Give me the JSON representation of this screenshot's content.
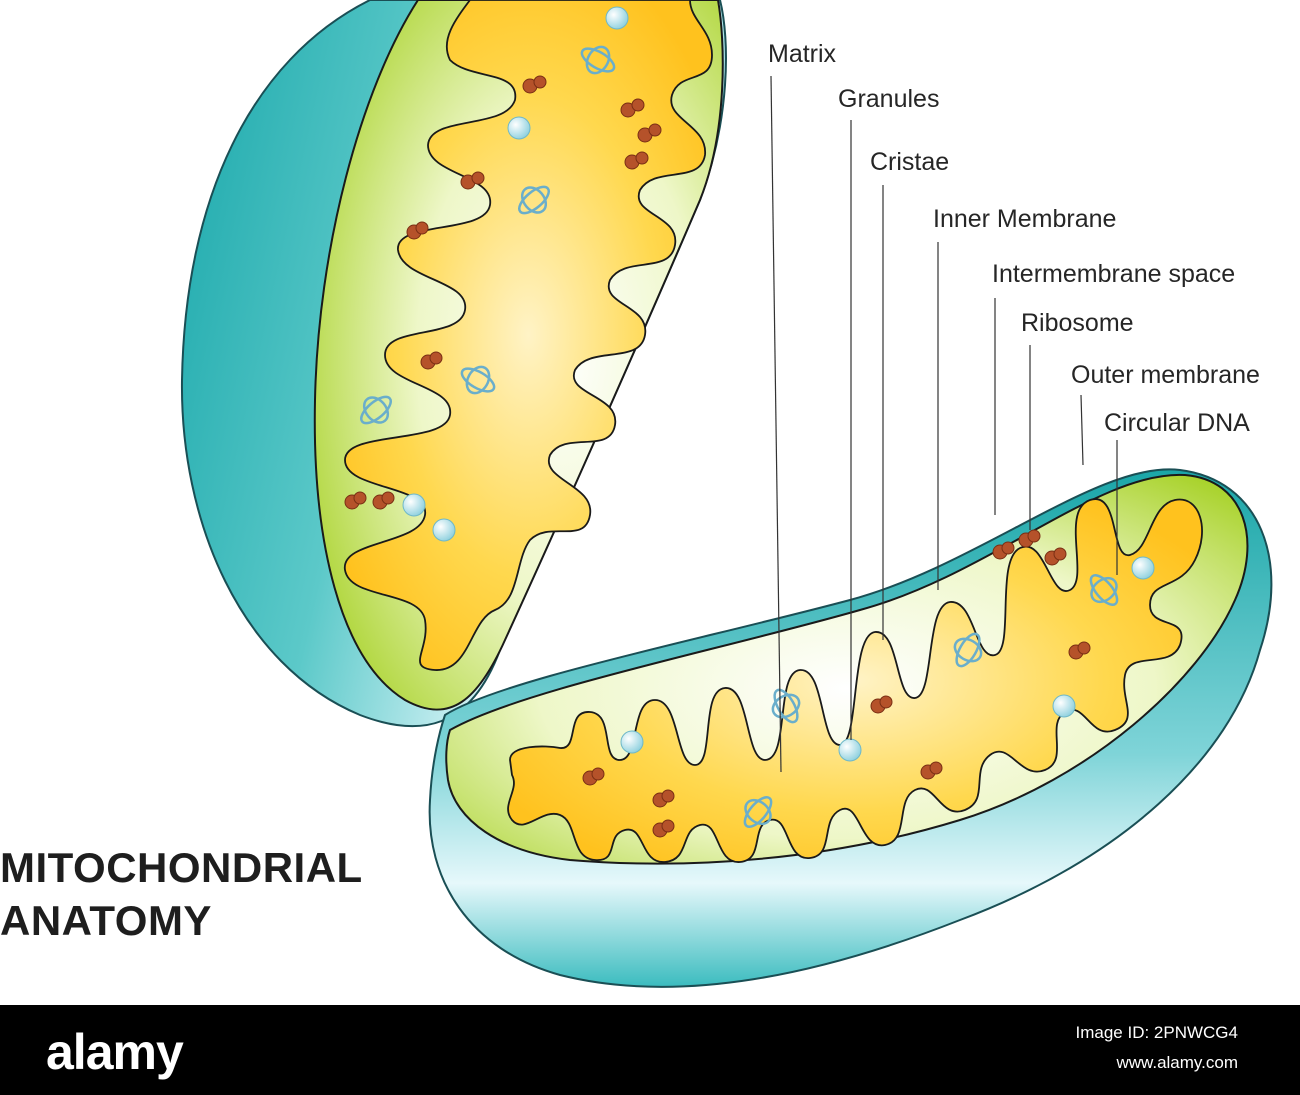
{
  "title": {
    "line1": "MITOCHONDRIAL",
    "line2": "ANATOMY"
  },
  "labels": {
    "matrix": "Matrix",
    "granules": "Granules",
    "cristae": "Cristae",
    "inner_membrane": "Inner Membrane",
    "intermembrane_space": "Intermembrane space",
    "ribosome": "Ribosome",
    "outer_membrane": "Outer membrane",
    "circular_dna": "Circular DNA"
  },
  "footer": {
    "brand": "alamy",
    "image_id_label": "Image ID: 2PNWCG4",
    "url": "www.alamy.com"
  },
  "colors": {
    "outer_shell": "#2bb3b3",
    "intermembrane": "#b8dc3c",
    "matrix": "#ffc82e",
    "ribosome": "#b5522a",
    "granule": "#a8dce6"
  }
}
